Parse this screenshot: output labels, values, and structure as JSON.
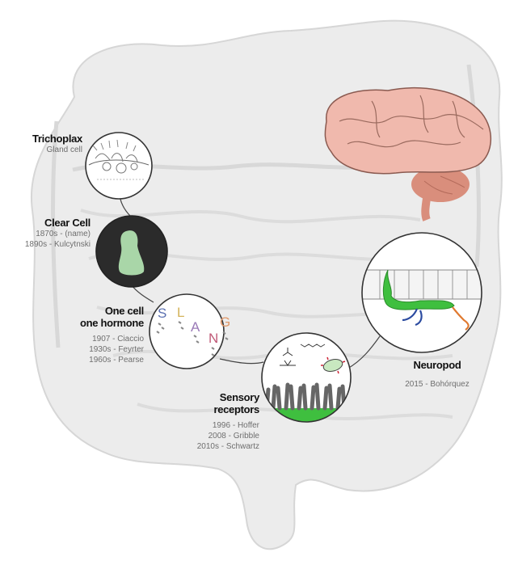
{
  "nodes": [
    {
      "id": "trichoplax",
      "title": [
        "Trichoplax"
      ],
      "sub": [
        "Gland cell"
      ]
    },
    {
      "id": "clear-cell",
      "title": [
        "Clear Cell"
      ],
      "sub": [
        "1870s - (name)",
        "1890s - Kulcytnski"
      ]
    },
    {
      "id": "one-cell",
      "title": [
        "One cell",
        "one hormone"
      ],
      "sub": [
        "1907 - Ciaccio",
        "1930s - Feyrter",
        "1960s - Pearse"
      ]
    },
    {
      "id": "sensory",
      "title": [
        "Sensory",
        "receptors"
      ],
      "sub": [
        "1996 - Hoffer",
        "2008 - Gribble",
        "2010s - Schwartz"
      ]
    },
    {
      "id": "neuropod",
      "title": [
        "Neuropod"
      ],
      "sub": [
        "2015 - Bohórquez"
      ]
    }
  ],
  "slang_letters": [
    "S",
    "L",
    "A",
    "N",
    "G"
  ],
  "colors": {
    "gut": "#ececec",
    "gut_edge": "#d6d6d6",
    "brain": "#f0b9ad",
    "cerebellum": "#d98e7c",
    "green": "#3fbf3f",
    "clear_bg": "#2b2b2b",
    "clear_cell": "#a9d6a8"
  }
}
